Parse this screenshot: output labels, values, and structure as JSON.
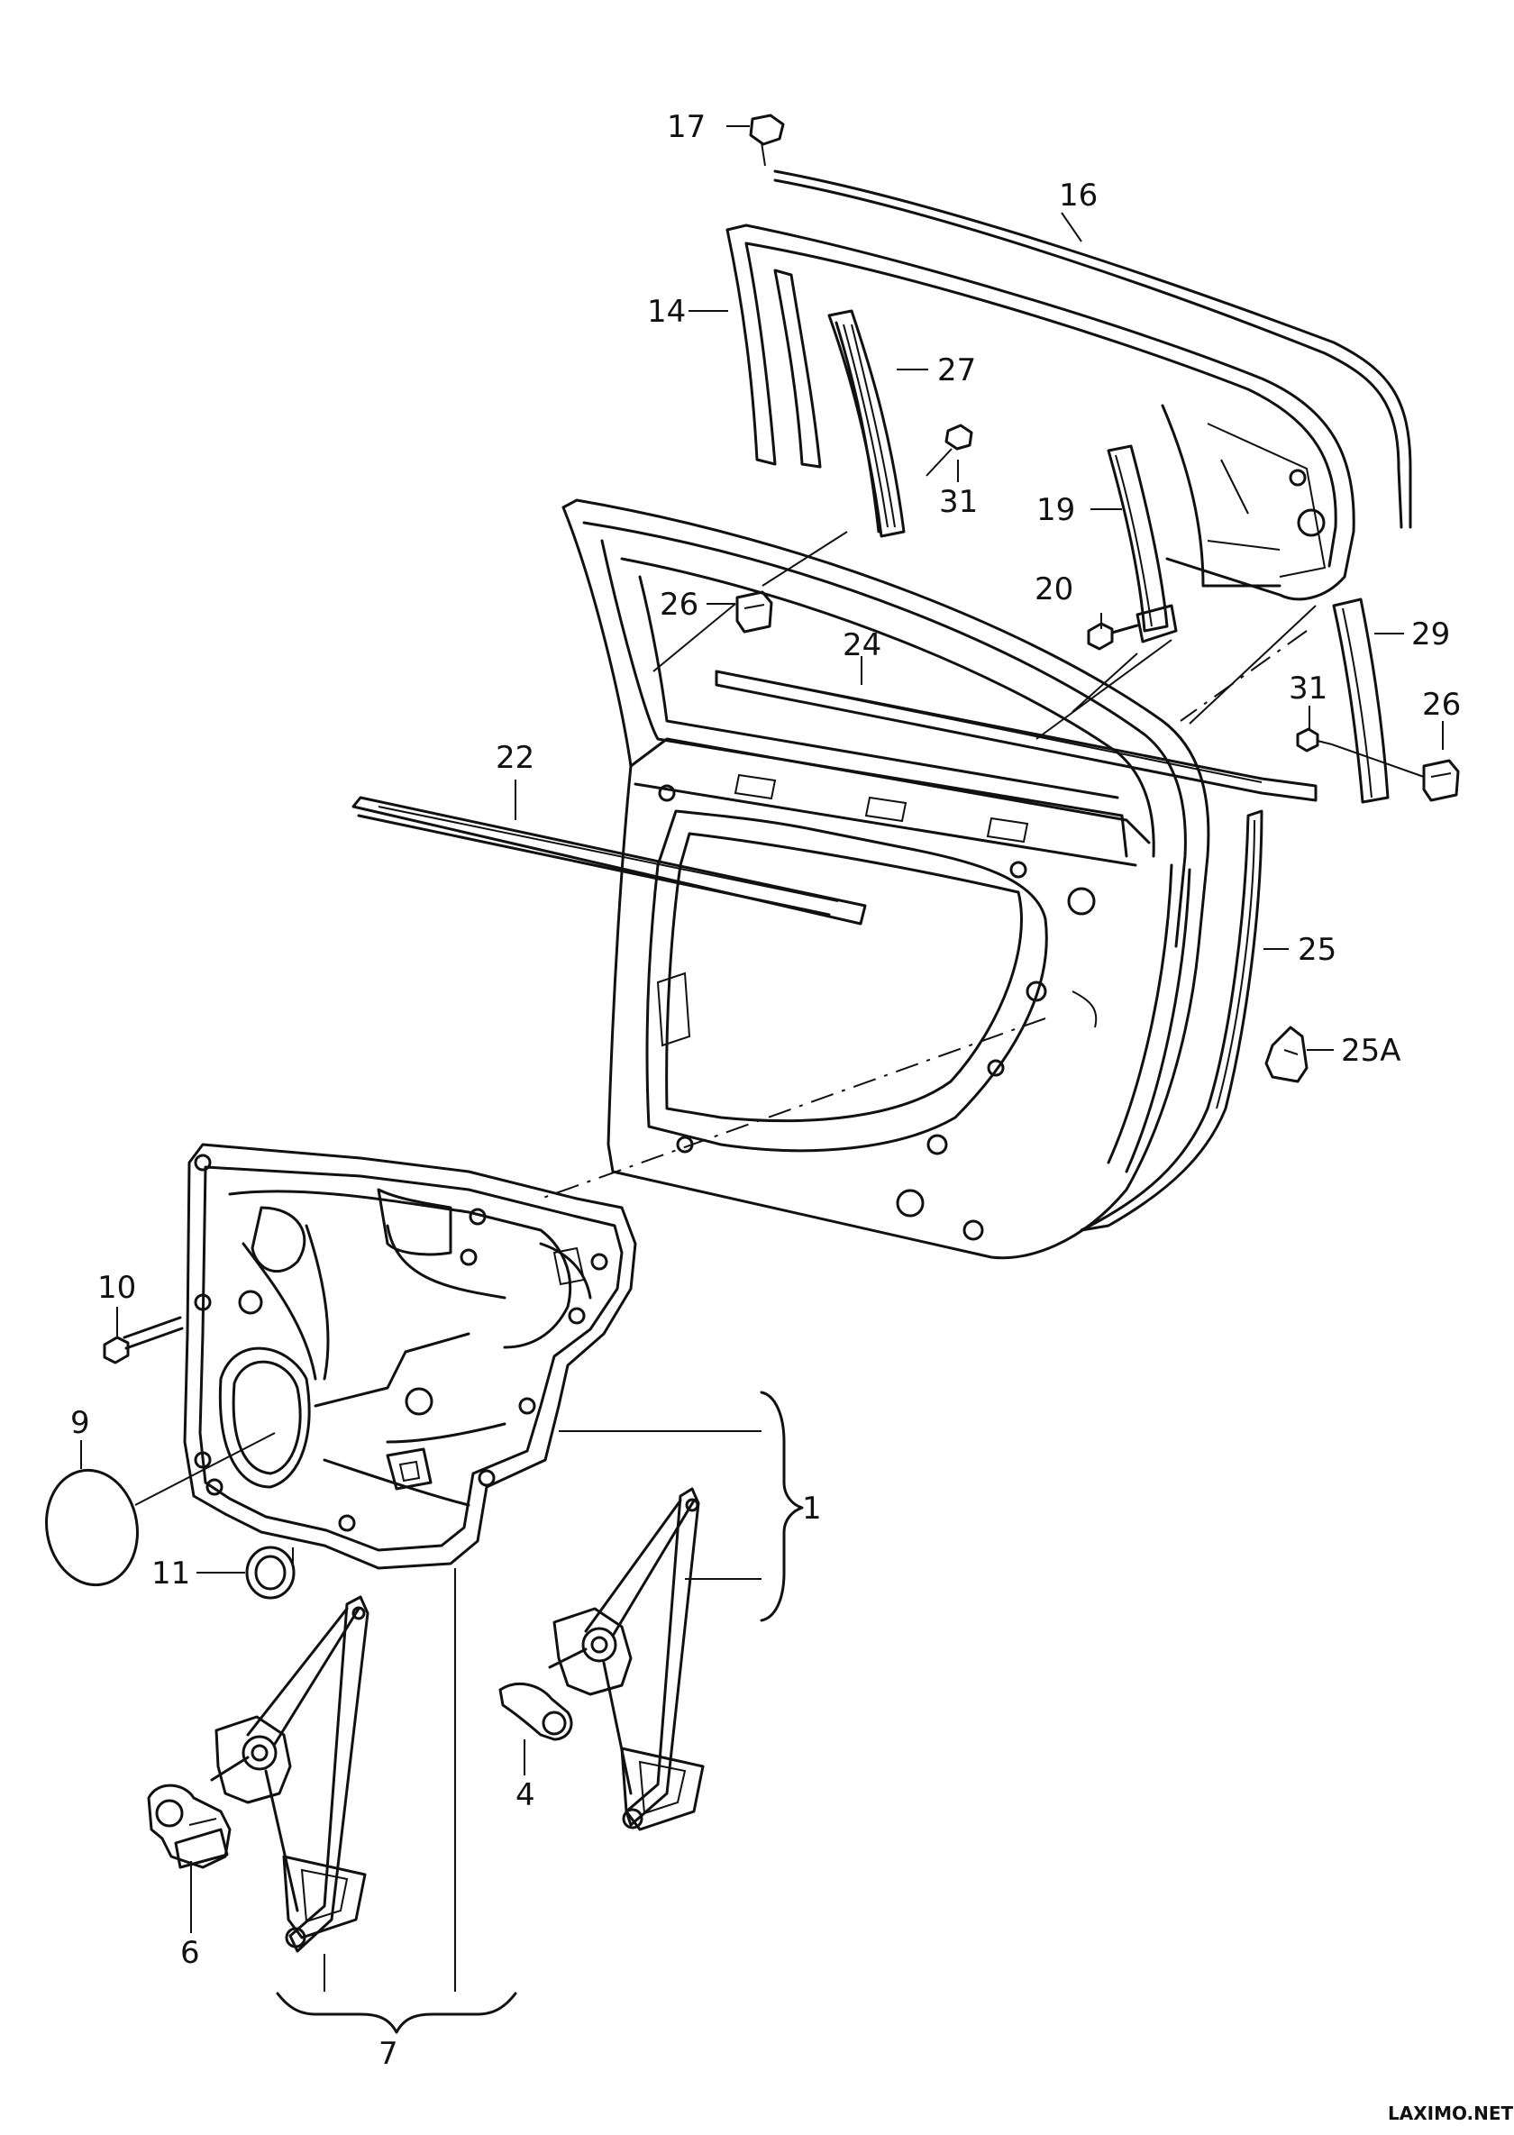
{
  "callouts": {
    "c17": "17",
    "c16": "16",
    "c14": "14",
    "c27": "27",
    "c31a": "31",
    "c19": "19",
    "c26a": "26",
    "c20": "20",
    "c24": "24",
    "c29": "29",
    "c31b": "31",
    "c26b": "26",
    "c22": "22",
    "c25": "25",
    "c25a": "25A",
    "c10": "10",
    "c9": "9",
    "c1": "1",
    "c11": "11",
    "c4": "4",
    "c6": "6",
    "c7": "7"
  },
  "watermark": "LAXIMO.NET",
  "colors": {
    "line": "#111111",
    "background": "#ffffff"
  }
}
